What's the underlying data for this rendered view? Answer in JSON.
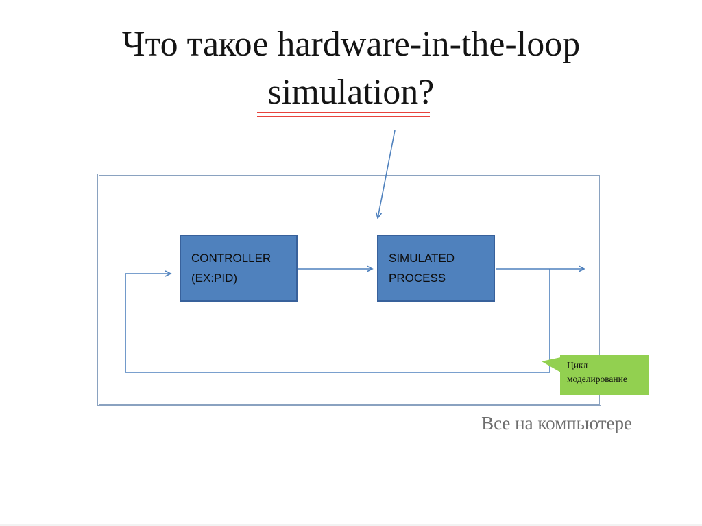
{
  "title": {
    "line1": "Что такое hardware-in-the-loop",
    "line2": "simulation?"
  },
  "diagram": {
    "controller": {
      "line1": "CONTROLLER",
      "line2": "(EX:PID)"
    },
    "process": {
      "line1": "SIMULATED",
      "line2": "PROCESS"
    },
    "callout": {
      "line1": "Цикл",
      "line2": "моделирование"
    }
  },
  "caption": "Все на компьютере",
  "colors": {
    "box_fill": "#4f81bd",
    "box_border": "#38619b",
    "connector_blue": "#4f81bd",
    "outer_frame_border": "#8aa2c0",
    "callout_green": "#92d050",
    "underline_red": "#e8433c",
    "caption_gray": "#6e6e6e",
    "title_black": "#141414"
  }
}
